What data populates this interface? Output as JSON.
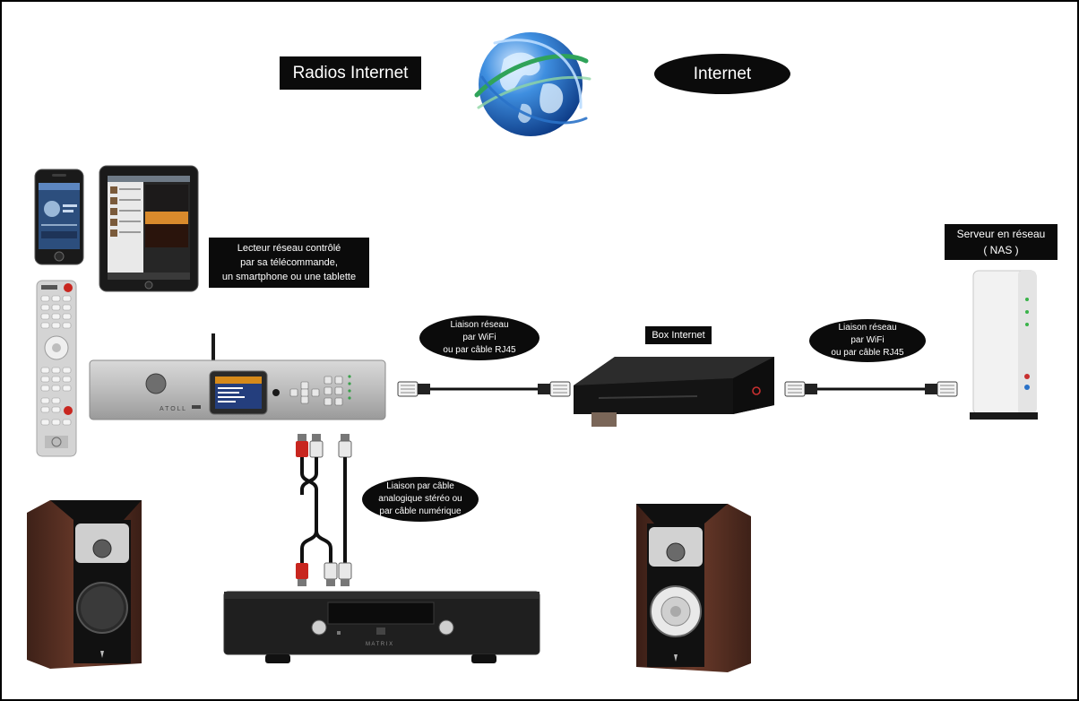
{
  "labels": {
    "radios_internet": "Radios Internet",
    "internet": "Internet",
    "player": [
      "Lecteur réseau contrôlé",
      "par sa télécommande,",
      "un smartphone ou une tablette"
    ],
    "nas": [
      "Serveur en réseau",
      "( NAS )"
    ],
    "box_internet": "Box Internet",
    "link_left": [
      "Liaison réseau",
      "par WiFi",
      "ou par câble RJ45"
    ],
    "link_right": [
      "Liaison réseau",
      "par WiFi",
      "ou par câble RJ45"
    ],
    "link_analog": [
      "Liaison par câble",
      "analogique stéréo ou",
      "par câble numérique"
    ]
  },
  "colors": {
    "label_bg": "#0b0b0b",
    "label_fg": "#ffffff",
    "globe_blue": "#2a72c8",
    "globe_green": "#2fa35a",
    "cable": "#111111",
    "rca_red": "#c8261f",
    "wood": "#5a3326"
  },
  "icons": {
    "globe": "globe-icon",
    "smartphone": "smartphone-icon",
    "tablet": "tablet-icon",
    "remote": "remote-control-icon",
    "network_player": "network-player-icon",
    "box": "internet-box-icon",
    "nas": "nas-server-icon",
    "rj45": "rj45-plug-icon",
    "amplifier": "amplifier-icon",
    "speaker": "speaker-icon",
    "rca": "rca-cable-icon"
  }
}
